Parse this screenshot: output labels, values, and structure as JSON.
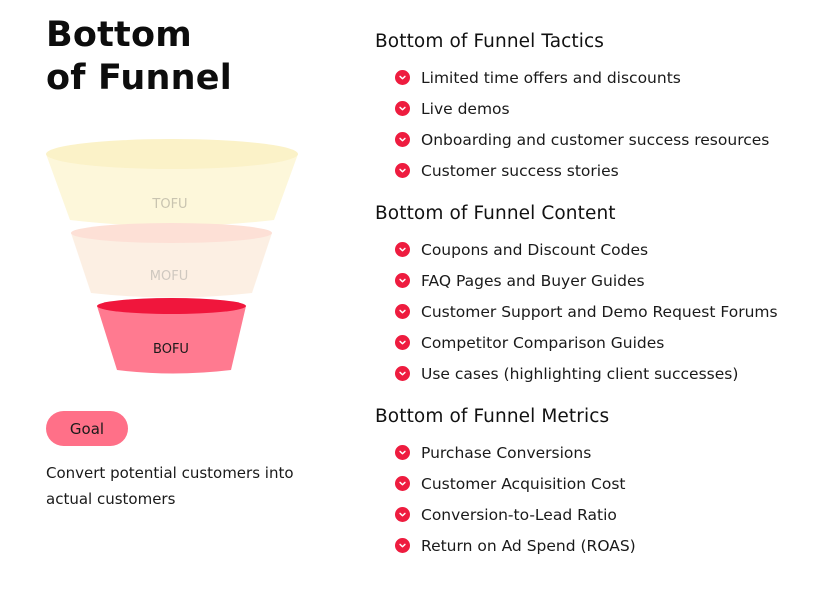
{
  "title": {
    "line1": "Bottom",
    "line2": "of Funnel"
  },
  "funnel": {
    "stages": [
      {
        "label": "TOFU",
        "body_color": "#fdf7da",
        "top_color": "#fbf2c8",
        "text_color": "#c9c4b0"
      },
      {
        "label": "MOFU",
        "body_color": "#fcefe3",
        "top_color": "#fde0d6",
        "text_color": "#cfc8c0"
      },
      {
        "label": "BOFU",
        "body_color": "#ff7a90",
        "top_color": "#f0163c",
        "text_color": "#1a1a1a"
      }
    ]
  },
  "goal": {
    "label": "Goal",
    "description": "Convert potential customers into actual customers",
    "pill_color": "#ff7088"
  },
  "accent_color": "#ee1c3f",
  "bullet_icon": "check-circle-icon",
  "sections": [
    {
      "heading": "Bottom of Funnel Tactics",
      "items": [
        "Limited time offers and discounts",
        "Live demos",
        "Onboarding and customer success resources",
        "Customer success stories"
      ]
    },
    {
      "heading": "Bottom of Funnel Content",
      "items": [
        "Coupons and Discount Codes",
        "FAQ Pages and Buyer Guides",
        "Customer Support and Demo Request Forums",
        "Competitor Comparison Guides",
        "Use cases (highlighting client successes)"
      ]
    },
    {
      "heading": "Bottom of Funnel Metrics",
      "items": [
        "Purchase Conversions",
        "Customer Acquisition Cost",
        "Conversion-to-Lead Ratio",
        "Return on Ad Spend (ROAS)"
      ]
    }
  ]
}
